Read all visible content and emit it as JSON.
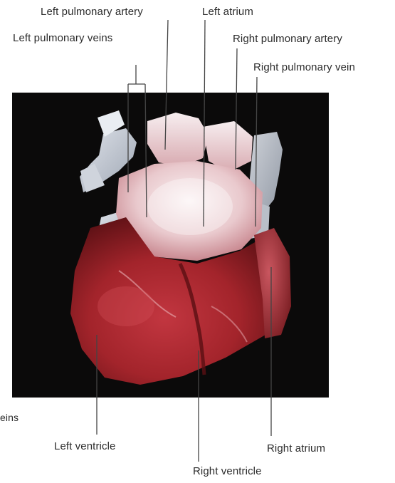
{
  "figure": {
    "colors": {
      "background": "#0b0a0a",
      "myocardium": "#a3242b",
      "myocardium_dark": "#6e1519",
      "vessel_pale": "#eee6e8",
      "pulmonary_veins": "#b9bfc8",
      "leader_line": "#444444",
      "label_text": "#2b2b2b"
    },
    "labels": {
      "left_pulmonary_artery": "Left pulmonary artery",
      "left_pulmonary_veins": "Left pulmonary veins",
      "left_atrium": "Left atrium",
      "right_pulmonary_artery": "Right pulmonary artery",
      "right_pulmonary_vein": "Right pulmonary vein",
      "left_ventricle": "Left ventricle",
      "right_atrium": "Right atrium",
      "right_ventricle": "Right ventricle",
      "cut_off_left": "eins"
    }
  }
}
